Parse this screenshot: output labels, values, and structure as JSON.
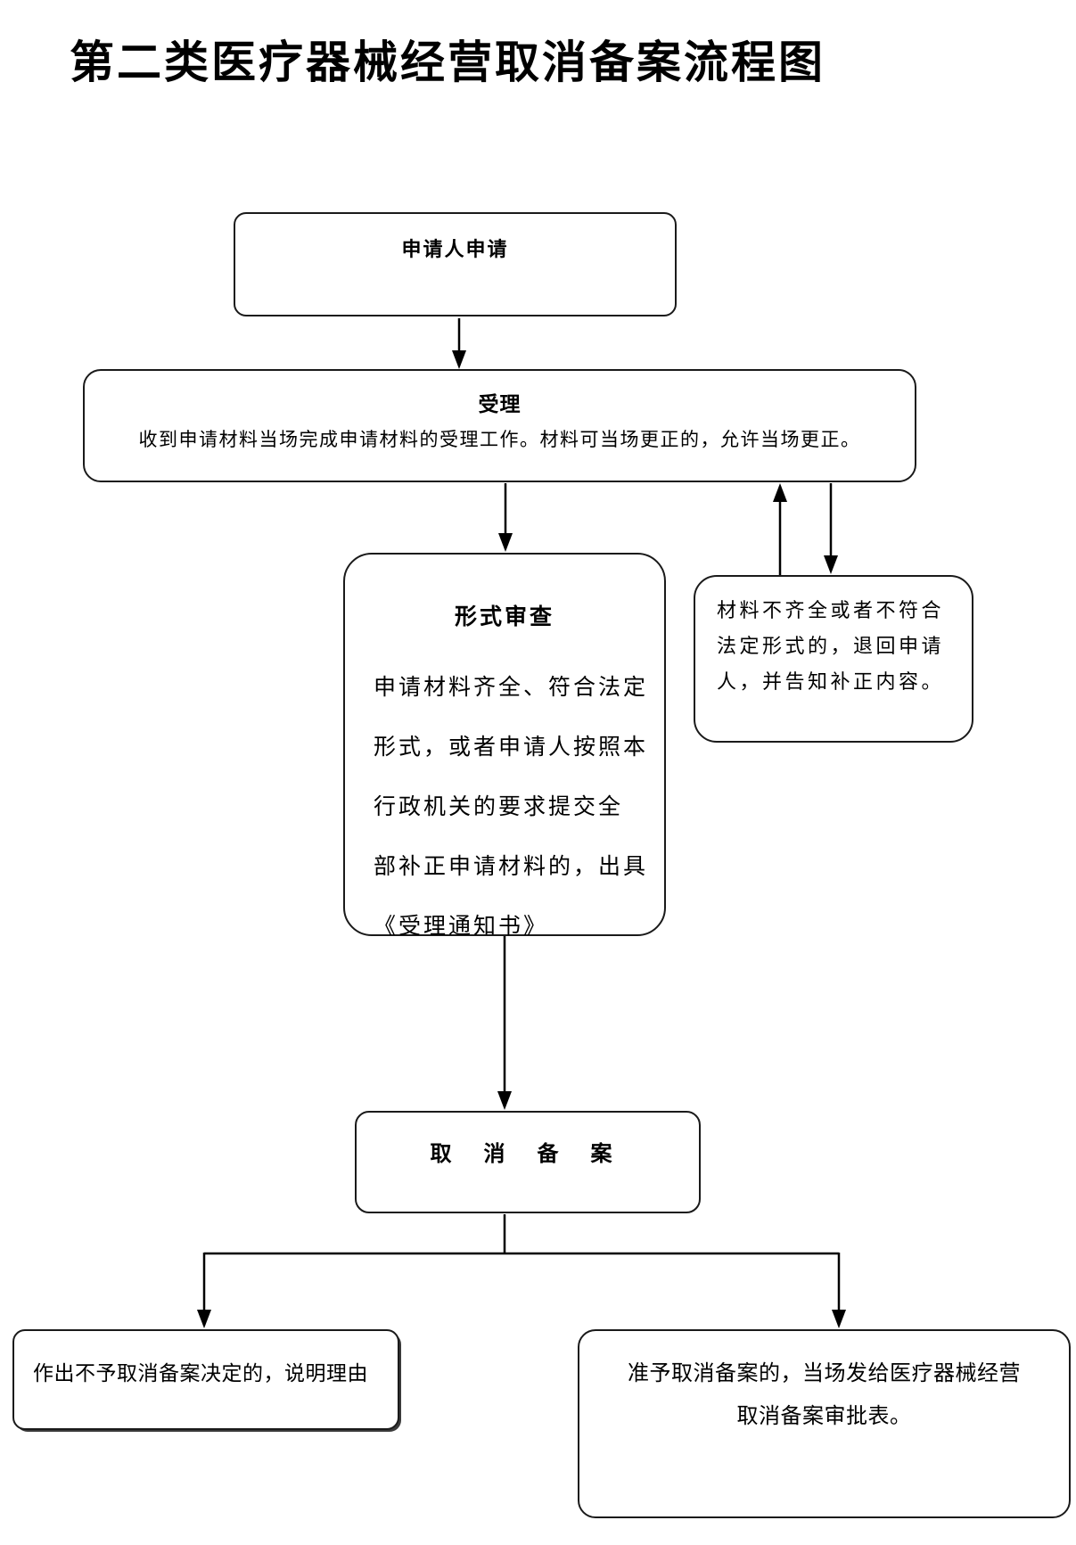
{
  "page": {
    "title": "第二类医疗器械经营取消备案流程图"
  },
  "nodes": {
    "apply": {
      "label": "申请人申请"
    },
    "accept": {
      "title": "受理",
      "body": "收到申请材料当场完成申请材料的受理工作。材料可当场更正的，允许当场更正。"
    },
    "formal_review": {
      "title": "形式审查",
      "lines": [
        "申请材料齐全、符合法定",
        "形式，或者申请人按照本",
        "行政机关的要求提交全",
        "部补正申请材料的，出具",
        "《受理通知书》"
      ]
    },
    "return_materials": {
      "lines": [
        "材料不齐全或者不符合",
        "法定形式的，退回申请",
        "人，并告知补正内容。"
      ]
    },
    "cancel_filing": {
      "label": "取 消 备 案"
    },
    "reject": {
      "label": "作出不予取消备案决定的，说明理由"
    },
    "approve": {
      "lines": [
        "准予取消备案的，当场发给医疗器械经营",
        "取消备案审批表。"
      ]
    }
  },
  "colors": {
    "background": "#ffffff",
    "border": "#1a1a1a",
    "line": "#000000",
    "text": "#000000"
  }
}
